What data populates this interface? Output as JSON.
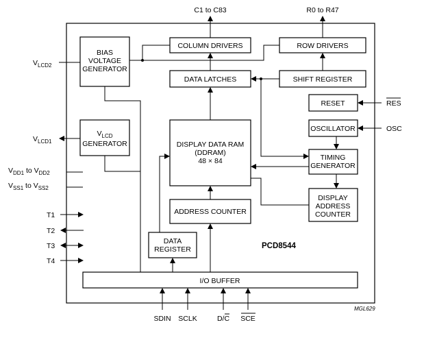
{
  "chip": {
    "name": "PCD8544",
    "figure_code": "MGL629"
  },
  "blocks": {
    "bias_voltage_generator": [
      "BIAS",
      "VOLTAGE",
      "GENERATOR"
    ],
    "column_drivers": "COLUMN DRIVERS",
    "row_drivers": "ROW DRIVERS",
    "data_latches": "DATA LATCHES",
    "shift_register": "SHIFT REGISTER",
    "reset": "RESET",
    "oscillator": "OSCILLATOR",
    "lcd_generator": {
      "main": "V",
      "sub": "LCD",
      "line2": "GENERATOR"
    },
    "display_data_ram": [
      "DISPLAY DATA RAM",
      "(DDRAM)",
      "48 × 84"
    ],
    "timing_generator": [
      "TIMING",
      "GENERATOR"
    ],
    "display_address_counter": [
      "DISPLAY",
      "ADDRESS",
      "COUNTER"
    ],
    "address_counter": "ADDRESS COUNTER",
    "data_register": [
      "DATA",
      "REGISTER"
    ],
    "io_buffer": "I/O BUFFER"
  },
  "pins": {
    "columns": "C1 to C83",
    "rows": "R0 to R47",
    "res": "RES",
    "osc": "OSC",
    "vlcd2": {
      "main": "V",
      "sub": "LCD2"
    },
    "vlcd1": {
      "main": "V",
      "sub": "LCD1"
    },
    "vdd": {
      "a": "V",
      "a_sub": "DD1",
      "mid": " to V",
      "b_sub": "DD2"
    },
    "vss": {
      "a": "V",
      "a_sub": "SS1",
      "mid": " to V",
      "b_sub": "SS2"
    },
    "t1": "T1",
    "t2": "T2",
    "t3": "T3",
    "t4": "T4",
    "sdin": "SDIN",
    "sclk": "SCLK",
    "dc": {
      "d": "D/",
      "c": "C"
    },
    "sce": "SCE"
  }
}
